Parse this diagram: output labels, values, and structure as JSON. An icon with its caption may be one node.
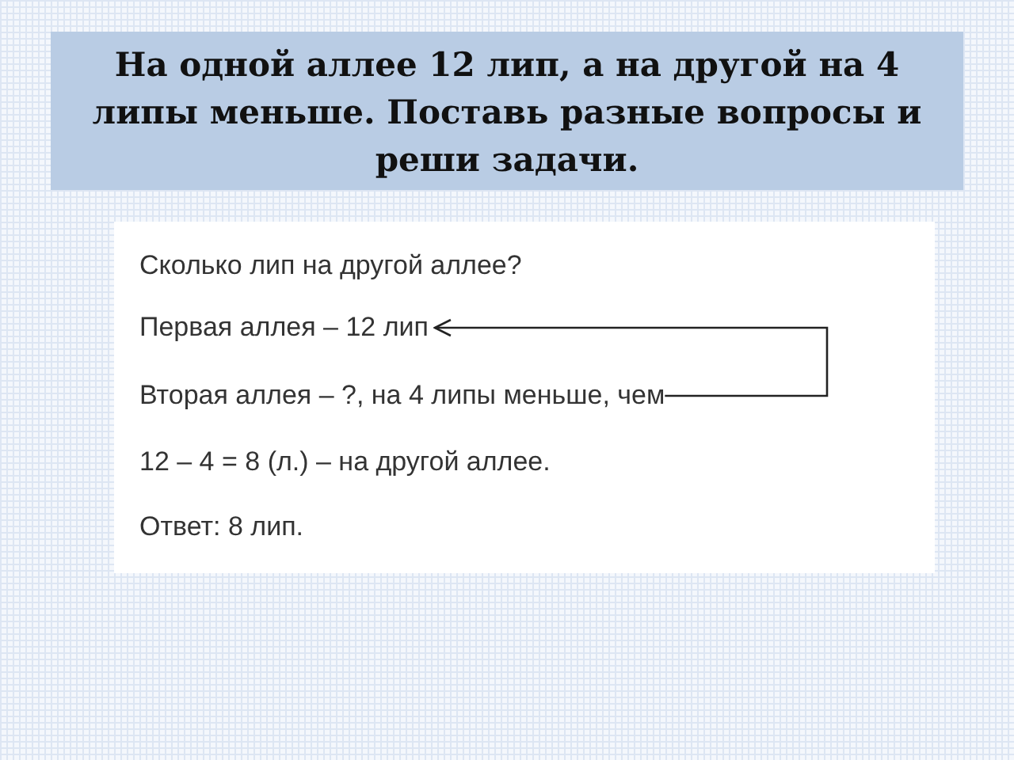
{
  "diagram": {
    "title": "На одной аллее 12 лип, а на другой на 4 липы меньше. Поставь разные вопросы и реши задачи.",
    "nodes": [
      {
        "text": [
          "Первая аллея – 12 лип"
        ]
      },
      {
        "text": [
          "Вторая аллея – ?, на 4 липы меньше, чем"
        ]
      }
    ],
    "edges": [
      {
        "from": 1,
        "to": 0,
        "arrow": "to"
      }
    ],
    "labels": [
      "Сколько лип на другой аллее?",
      "12 – 4 = 8 (л.) – на другой аллее.",
      "Ответ: 8 лип."
    ]
  }
}
